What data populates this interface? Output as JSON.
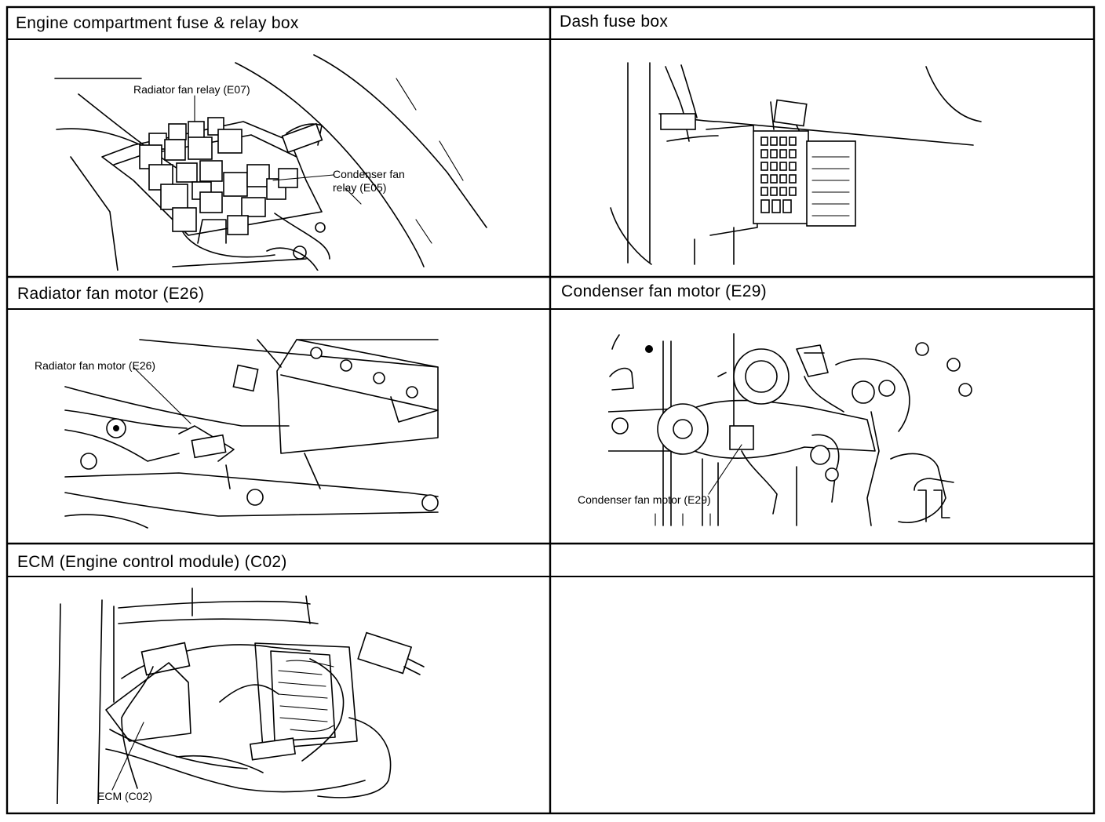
{
  "panels": [
    {
      "title": "Engine compartment fuse & relay box",
      "callouts": [
        "Radiator fan relay (E07)",
        "Condenser fan",
        "relay (E05)"
      ]
    },
    {
      "title": "Dash fuse box",
      "callouts": []
    },
    {
      "title": "Radiator fan motor (E26)",
      "callouts": [
        "Radiator fan motor (E26)"
      ]
    },
    {
      "title": "Condenser fan motor (E29)",
      "callouts": [
        "Condenser fan motor (E29)"
      ]
    },
    {
      "title": "ECM (Engine control module) (C02)",
      "callouts": [
        "ECM (C02)"
      ]
    },
    {
      "title": "",
      "callouts": []
    }
  ]
}
